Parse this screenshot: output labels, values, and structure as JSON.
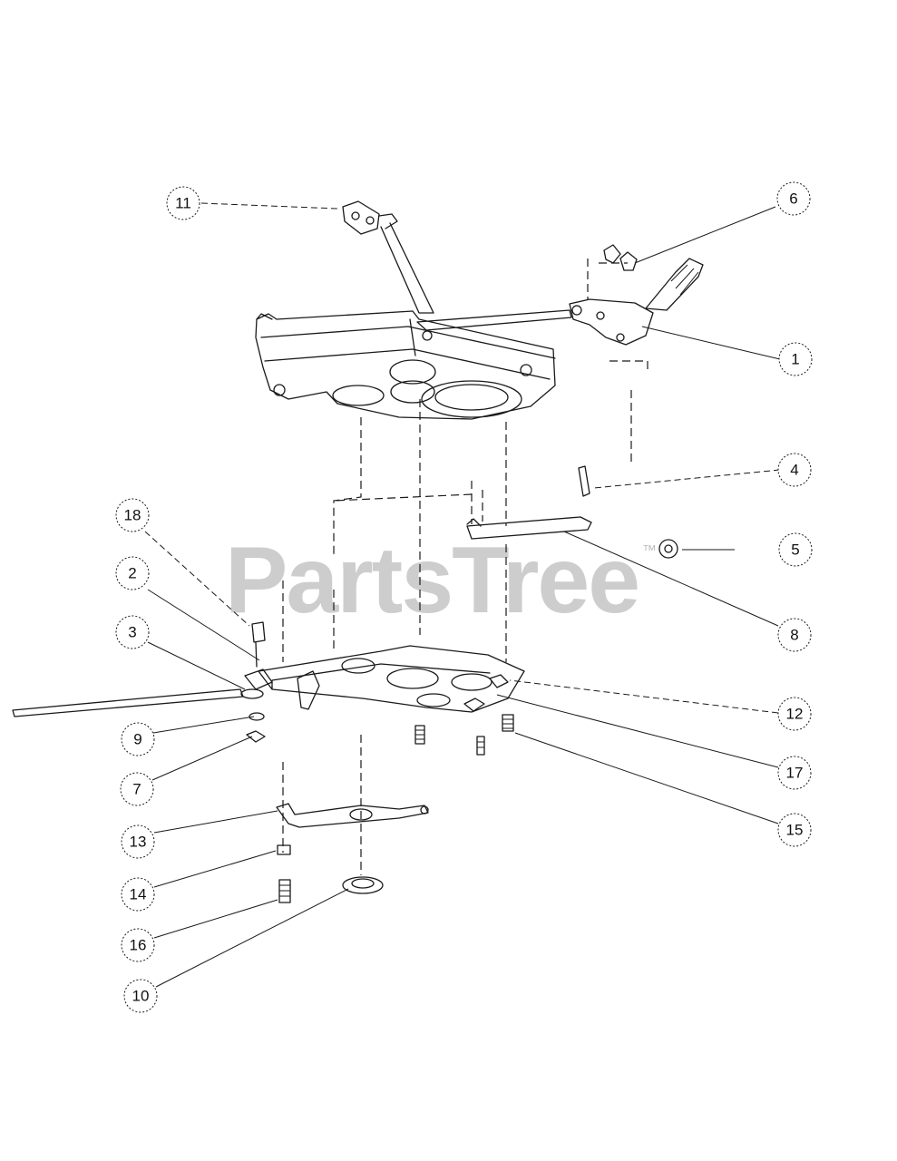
{
  "diagram": {
    "watermark": "PartsTree",
    "watermark_mark": "™",
    "callouts": [
      {
        "id": "c11",
        "label": "11"
      },
      {
        "id": "c6",
        "label": "6"
      },
      {
        "id": "c1",
        "label": "1"
      },
      {
        "id": "c4",
        "label": "4"
      },
      {
        "id": "c5",
        "label": "5"
      },
      {
        "id": "c8",
        "label": "8"
      },
      {
        "id": "c18",
        "label": "18"
      },
      {
        "id": "c2",
        "label": "2"
      },
      {
        "id": "c3",
        "label": "3"
      },
      {
        "id": "c12",
        "label": "12"
      },
      {
        "id": "c9",
        "label": "9"
      },
      {
        "id": "c17",
        "label": "17"
      },
      {
        "id": "c7",
        "label": "7"
      },
      {
        "id": "c15",
        "label": "15"
      },
      {
        "id": "c13",
        "label": "13"
      },
      {
        "id": "c14",
        "label": "14"
      },
      {
        "id": "c16",
        "label": "16"
      },
      {
        "id": "c10",
        "label": "10"
      }
    ]
  }
}
